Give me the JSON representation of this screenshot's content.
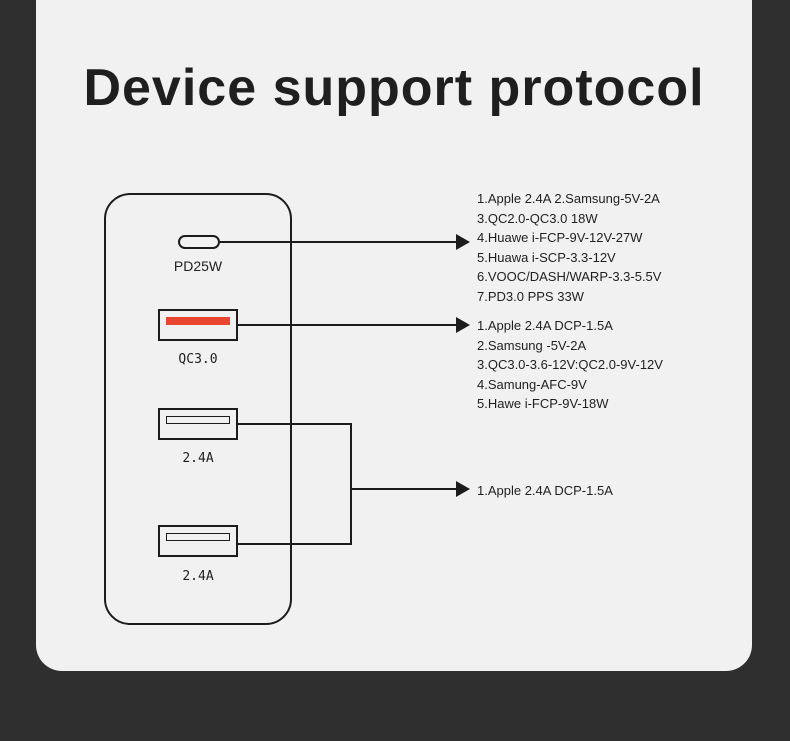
{
  "title": "Device support protocol",
  "ports": {
    "pd": {
      "label": "PD25W"
    },
    "qc": {
      "label": "QC3.0"
    },
    "usb1": {
      "label": "2.4A"
    },
    "usb2": {
      "label": "2.4A"
    }
  },
  "protocols": {
    "pd": [
      "1.Apple 2.4A  2.Samsung-5V-2A",
      "3.QC2.0-QC3.0  18W",
      "4.Huawe i-FCP-9V-12V-27W",
      "5.Huawa i-SCP-3.3-12V",
      "6.VOOC/DASH/WARP-3.3-5.5V",
      "7.PD3.0  PPS  33W"
    ],
    "qc": [
      "1.Apple 2.4A  DCP-1.5A",
      "2.Samsung -5V-2A",
      "3.QC3.0-3.6-12V:QC2.0-9V-12V",
      "4.Samung-AFC-9V",
      "5.Hawe i-FCP-9V-18W"
    ],
    "usb": [
      "1.Apple 2.4A  DCP-1.5A"
    ]
  },
  "colors": {
    "background": "#2f2f2f",
    "card": "#f1f1f1",
    "accent": "#e9452f",
    "line": "#1c1c1c"
  }
}
